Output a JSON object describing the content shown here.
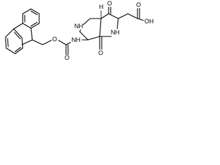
{
  "molecule": {
    "atoms": {
      "nh_ring": "NH",
      "nh_amide": "NH",
      "nh_carbamate": "NH",
      "o_ketone": "O",
      "o_amide": "O",
      "o_carbamate_carbonyl": "O",
      "o_carbamate_ester": "O",
      "o_acid_carbonyl": "O",
      "oh_acid": "OH",
      "h_stereo": "H"
    }
  }
}
